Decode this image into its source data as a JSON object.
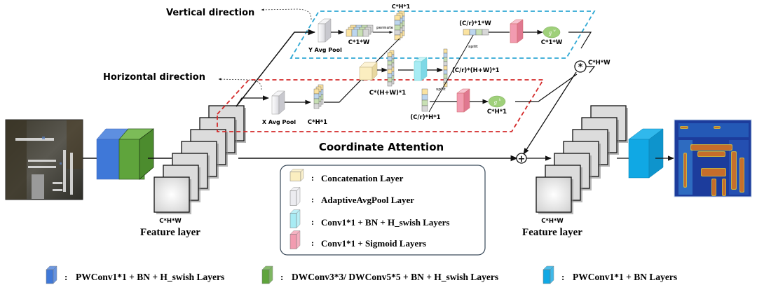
{
  "labels": {
    "vertical_direction": "Vertical direction",
    "horizontal_direction": "Horizontal direction",
    "coordinate_attention": "Coordinate Attention",
    "y_avg_pool": "Y Avg Pool",
    "x_avg_pool": "X Avg Pool",
    "permute": "permute",
    "split_top": "split",
    "split_bottom": "split",
    "dim_c1w_pool": "C*1*W",
    "dim_ch1_permuted": "C*H*1",
    "dim_ch1_pool": "C*H*1",
    "dim_concat": "C*(H+W)*1",
    "dim_reduced_concat": "(C/r)*(H+W)*1",
    "dim_split_w": "(C/r)*1*W",
    "dim_split_h": "(C/r)*H*1",
    "dim_gw": "C*1*W",
    "dim_gh": "C*H*1",
    "dim_product": "C*H*W",
    "gw": "g",
    "gw_sup": "w",
    "gh": "g",
    "gh_sup": "h",
    "multiply_symbol": "*",
    "add_symbol": "+",
    "feature_dim_left": "C*H*W",
    "feature_layer_left": "Feature layer",
    "feature_dim_right": "C*H*W",
    "feature_layer_right": "Feature layer"
  },
  "inner_legend": [
    {
      "color": "#fbeec0",
      "label": "Concatenation Layer"
    },
    {
      "color": "#ececf0",
      "label": "AdaptiveAvgPool Layer"
    },
    {
      "color": "#a8ecf4",
      "label": "Conv1*1 + BN + H_swish Layers"
    },
    {
      "color": "#f29bb0",
      "label": "Conv1*1 + Sigmoid Layers"
    }
  ],
  "bottom_legend": [
    {
      "color": "#3f78d8",
      "label": "PWConv1*1 + BN + H_swish Layers"
    },
    {
      "color": "#5fa43c",
      "label": "DWConv3*3/ DWConv5*5 + BN + H_swish Layers"
    },
    {
      "color": "#10a8e4",
      "label": "PWConv1*1 + BN Layers"
    }
  ],
  "legend_separator": ":",
  "colors": {
    "vertical_branch": "#2ea8d4",
    "horizontal_branch": "#d42a2a",
    "pw_block": "#3f78d8",
    "dw_block": "#5fa43c",
    "pw_bn_block": "#10a8e4",
    "concat": "#fbeec0",
    "pool": "#ececf0",
    "conv_hswish": "#a8ecf4",
    "conv_sigmoid": "#f29bb0",
    "gate": "#9fd07a"
  }
}
